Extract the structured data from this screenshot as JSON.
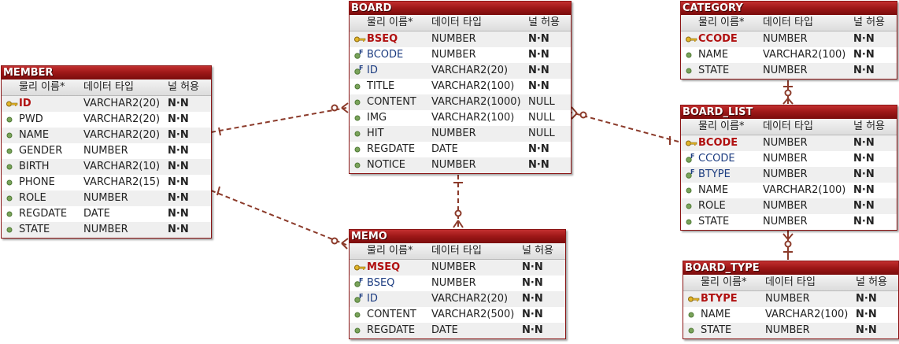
{
  "columns_header": {
    "physical_name": "물리 이름*",
    "data_type": "데이터 타입",
    "nullable": "널 허용"
  },
  "colors": {
    "title_bg": "#a01818",
    "pk_text": "#b01010",
    "fk_text": "#1c3c80",
    "relation_line": "#8b3a2a"
  },
  "tables": [
    {
      "title": "MEMBER",
      "rows": [
        {
          "icon": "primary-key-icon",
          "name": "ID",
          "type": "VARCHAR2(20)",
          "null": "N·N",
          "kind": "pk"
        },
        {
          "icon": "column-icon",
          "name": "PWD",
          "type": "VARCHAR2(20)",
          "null": "N·N",
          "kind": "col"
        },
        {
          "icon": "column-icon",
          "name": "NAME",
          "type": "VARCHAR2(20)",
          "null": "N·N",
          "kind": "col"
        },
        {
          "icon": "column-icon",
          "name": "GENDER",
          "type": "NUMBER",
          "null": "N·N",
          "kind": "col"
        },
        {
          "icon": "column-icon",
          "name": "BIRTH",
          "type": "VARCHAR2(10)",
          "null": "N·N",
          "kind": "col"
        },
        {
          "icon": "column-icon",
          "name": "PHONE",
          "type": "VARCHAR2(15)",
          "null": "N·N",
          "kind": "col"
        },
        {
          "icon": "column-icon",
          "name": "ROLE",
          "type": "NUMBER",
          "null": "N·N",
          "kind": "col"
        },
        {
          "icon": "column-icon",
          "name": "REGDATE",
          "type": "DATE",
          "null": "N·N",
          "kind": "col"
        },
        {
          "icon": "column-icon",
          "name": "STATE",
          "type": "NUMBER",
          "null": "N·N",
          "kind": "col"
        }
      ]
    },
    {
      "title": "BOARD",
      "rows": [
        {
          "icon": "primary-key-icon",
          "name": "BSEQ",
          "type": "NUMBER",
          "null": "N·N",
          "kind": "pk"
        },
        {
          "icon": "foreign-key-icon",
          "name": "BCODE",
          "type": "NUMBER",
          "null": "N·N",
          "kind": "fk"
        },
        {
          "icon": "foreign-key-icon",
          "name": "ID",
          "type": "VARCHAR2(20)",
          "null": "N·N",
          "kind": "fk"
        },
        {
          "icon": "column-icon",
          "name": "TITLE",
          "type": "VARCHAR2(100)",
          "null": "N·N",
          "kind": "col"
        },
        {
          "icon": "column-icon",
          "name": "CONTENT",
          "type": "VARCHAR2(1000)",
          "null": "NULL",
          "kind": "col"
        },
        {
          "icon": "column-icon",
          "name": "IMG",
          "type": "VARCHAR2(100)",
          "null": "NULL",
          "kind": "col"
        },
        {
          "icon": "column-icon",
          "name": "HIT",
          "type": "NUMBER",
          "null": "NULL",
          "kind": "col"
        },
        {
          "icon": "column-icon",
          "name": "REGDATE",
          "type": "DATE",
          "null": "N·N",
          "kind": "col"
        },
        {
          "icon": "column-icon",
          "name": "NOTICE",
          "type": "NUMBER",
          "null": "N·N",
          "kind": "col"
        }
      ]
    },
    {
      "title": "MEMO",
      "rows": [
        {
          "icon": "primary-key-icon",
          "name": "MSEQ",
          "type": "NUMBER",
          "null": "N·N",
          "kind": "pk"
        },
        {
          "icon": "foreign-key-icon",
          "name": "BSEQ",
          "type": "NUMBER",
          "null": "N·N",
          "kind": "fk"
        },
        {
          "icon": "foreign-key-icon",
          "name": "ID",
          "type": "VARCHAR2(20)",
          "null": "N·N",
          "kind": "fk"
        },
        {
          "icon": "column-icon",
          "name": "CONTENT",
          "type": "VARCHAR2(500)",
          "null": "N·N",
          "kind": "col"
        },
        {
          "icon": "column-icon",
          "name": "REGDATE",
          "type": "DATE",
          "null": "N·N",
          "kind": "col"
        }
      ]
    },
    {
      "title": "CATEGORY",
      "rows": [
        {
          "icon": "primary-key-icon",
          "name": "CCODE",
          "type": "NUMBER",
          "null": "N·N",
          "kind": "pk"
        },
        {
          "icon": "column-icon",
          "name": "NAME",
          "type": "VARCHAR2(100)",
          "null": "N·N",
          "kind": "col"
        },
        {
          "icon": "column-icon",
          "name": "STATE",
          "type": "NUMBER",
          "null": "N·N",
          "kind": "col"
        }
      ]
    },
    {
      "title": "BOARD_LIST",
      "rows": [
        {
          "icon": "primary-key-icon",
          "name": "BCODE",
          "type": "NUMBER",
          "null": "N·N",
          "kind": "pk"
        },
        {
          "icon": "foreign-key-icon",
          "name": "CCODE",
          "type": "NUMBER",
          "null": "N·N",
          "kind": "fk"
        },
        {
          "icon": "foreign-key-icon",
          "name": "BTYPE",
          "type": "NUMBER",
          "null": "N·N",
          "kind": "fk"
        },
        {
          "icon": "column-icon",
          "name": "NAME",
          "type": "VARCHAR2(100)",
          "null": "N·N",
          "kind": "col"
        },
        {
          "icon": "column-icon",
          "name": "ROLE",
          "type": "NUMBER",
          "null": "N·N",
          "kind": "col"
        },
        {
          "icon": "column-icon",
          "name": "STATE",
          "type": "NUMBER",
          "null": "N·N",
          "kind": "col"
        }
      ]
    },
    {
      "title": "BOARD_TYPE",
      "rows": [
        {
          "icon": "primary-key-icon",
          "name": "BTYPE",
          "type": "NUMBER",
          "null": "N·N",
          "kind": "pk"
        },
        {
          "icon": "column-icon",
          "name": "NAME",
          "type": "VARCHAR2(100)",
          "null": "N·N",
          "kind": "col"
        },
        {
          "icon": "column-icon",
          "name": "STATE",
          "type": "NUMBER",
          "null": "N·N",
          "kind": "col"
        }
      ]
    }
  ]
}
